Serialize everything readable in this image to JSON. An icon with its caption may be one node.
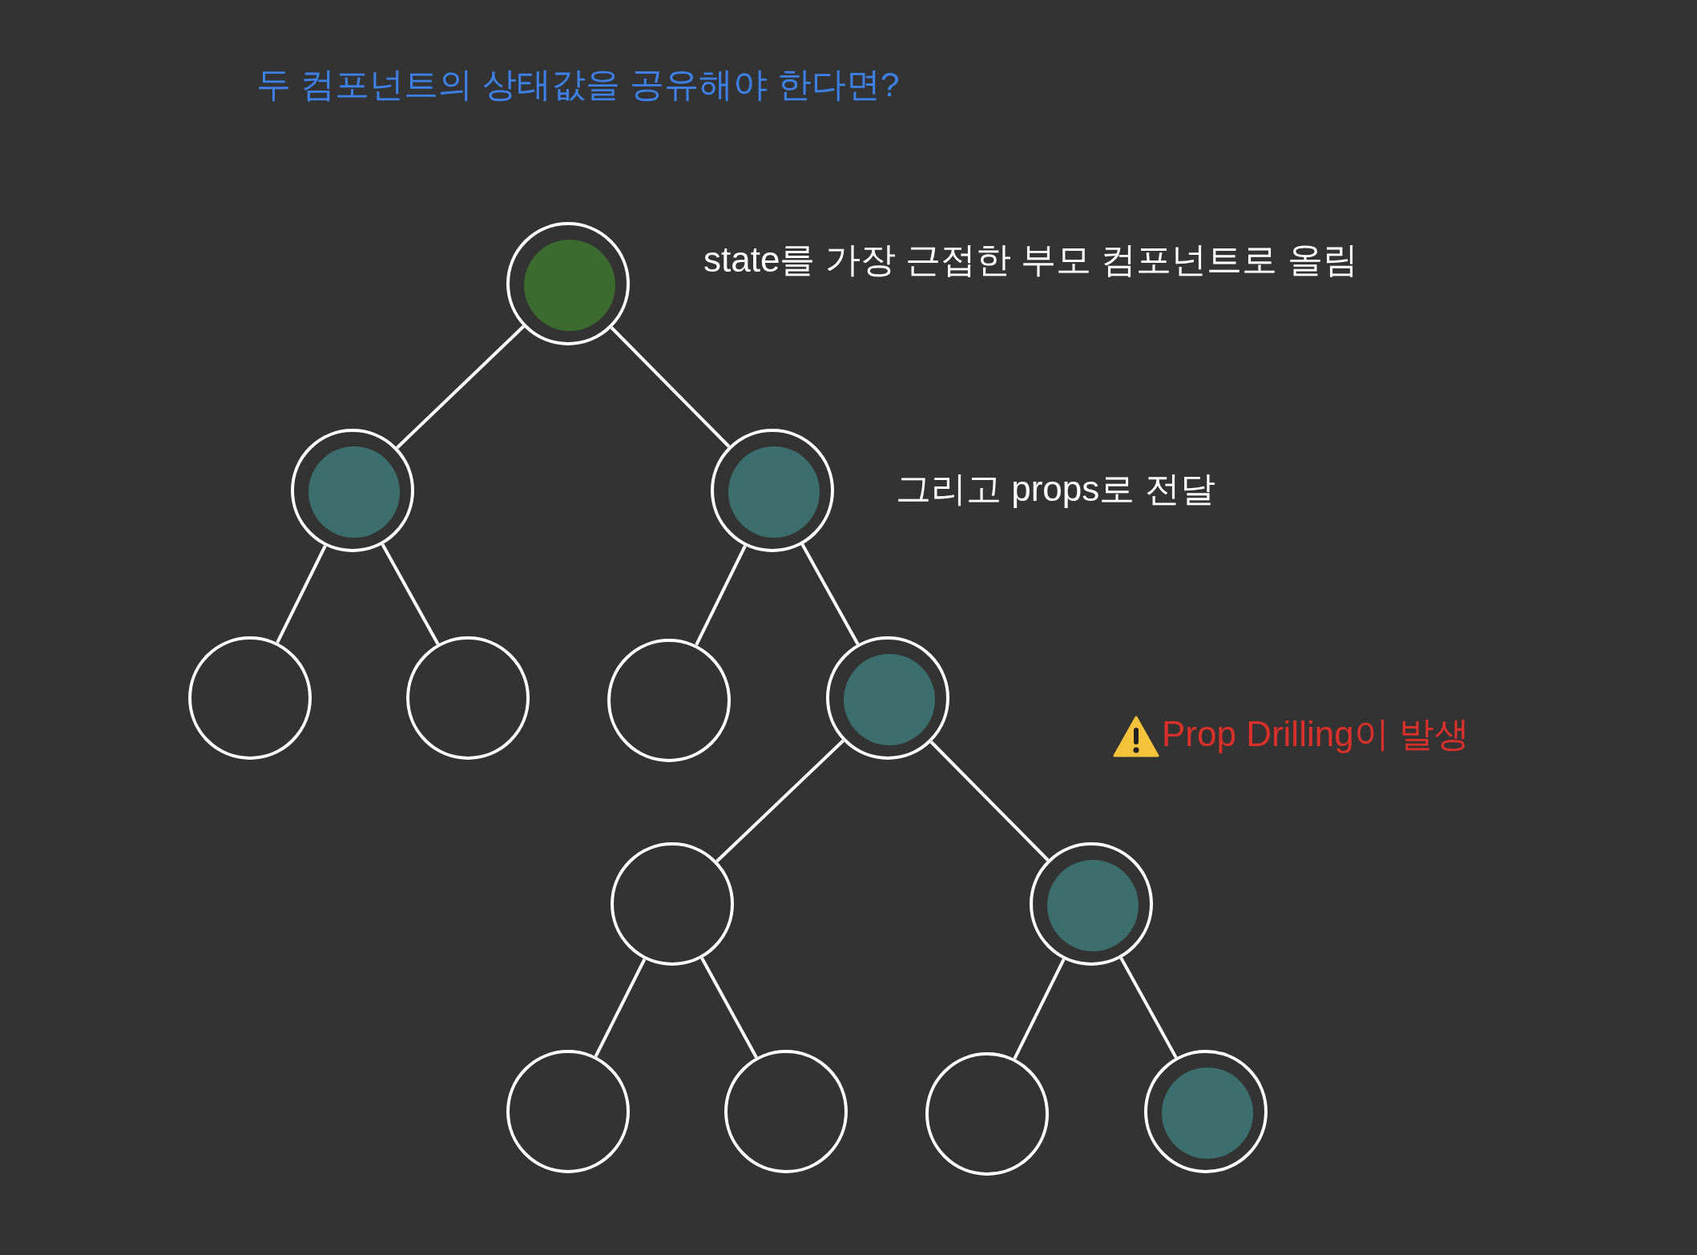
{
  "diagram": {
    "title": "두 컴포넌트의 상태값을 공유해야 한다면?",
    "nodes": [
      {
        "text": [],
        "shape": "circle"
      },
      {
        "text": [],
        "shape": "circle",
        "in": 0
      },
      {
        "text": [],
        "shape": "circle"
      },
      {
        "text": [],
        "shape": "circle",
        "in": 2
      },
      {
        "text": [],
        "shape": "circle"
      },
      {
        "text": [],
        "shape": "circle",
        "in": 4
      },
      {
        "text": [],
        "shape": "circle"
      },
      {
        "text": [],
        "shape": "circle"
      },
      {
        "text": [],
        "shape": "circle"
      },
      {
        "text": [],
        "shape": "circle"
      },
      {
        "text": [],
        "shape": "circle",
        "in": 9
      },
      {
        "text": [],
        "shape": "circle"
      },
      {
        "text": [],
        "shape": "circle"
      },
      {
        "text": [],
        "shape": "circle",
        "in": 12
      },
      {
        "text": [],
        "shape": "circle"
      },
      {
        "text": [],
        "shape": "circle"
      },
      {
        "text": [],
        "shape": "circle"
      },
      {
        "text": [],
        "shape": "circle"
      },
      {
        "text": [],
        "shape": "circle",
        "in": 17
      }
    ],
    "edges": [
      {
        "from": 0,
        "to": 2,
        "arrow": "none"
      },
      {
        "from": 0,
        "to": 4,
        "arrow": "none"
      },
      {
        "from": 2,
        "to": 6,
        "arrow": "none"
      },
      {
        "from": 2,
        "to": 7,
        "arrow": "none"
      },
      {
        "from": 4,
        "to": 8,
        "arrow": "none"
      },
      {
        "from": 4,
        "to": 9,
        "arrow": "none"
      },
      {
        "from": 9,
        "to": 11,
        "arrow": "none"
      },
      {
        "from": 9,
        "to": 12,
        "arrow": "none"
      },
      {
        "from": 11,
        "to": 14,
        "arrow": "none"
      },
      {
        "from": 11,
        "to": 15,
        "arrow": "none"
      },
      {
        "from": 12,
        "to": 16,
        "arrow": "none"
      },
      {
        "from": 12,
        "to": 17,
        "arrow": "none"
      }
    ],
    "labels": [
      "state를 가장 근접한 부모 컴포넌트로 올림",
      "그리고 props로 전달",
      "Prop Drilling이 발생"
    ]
  }
}
